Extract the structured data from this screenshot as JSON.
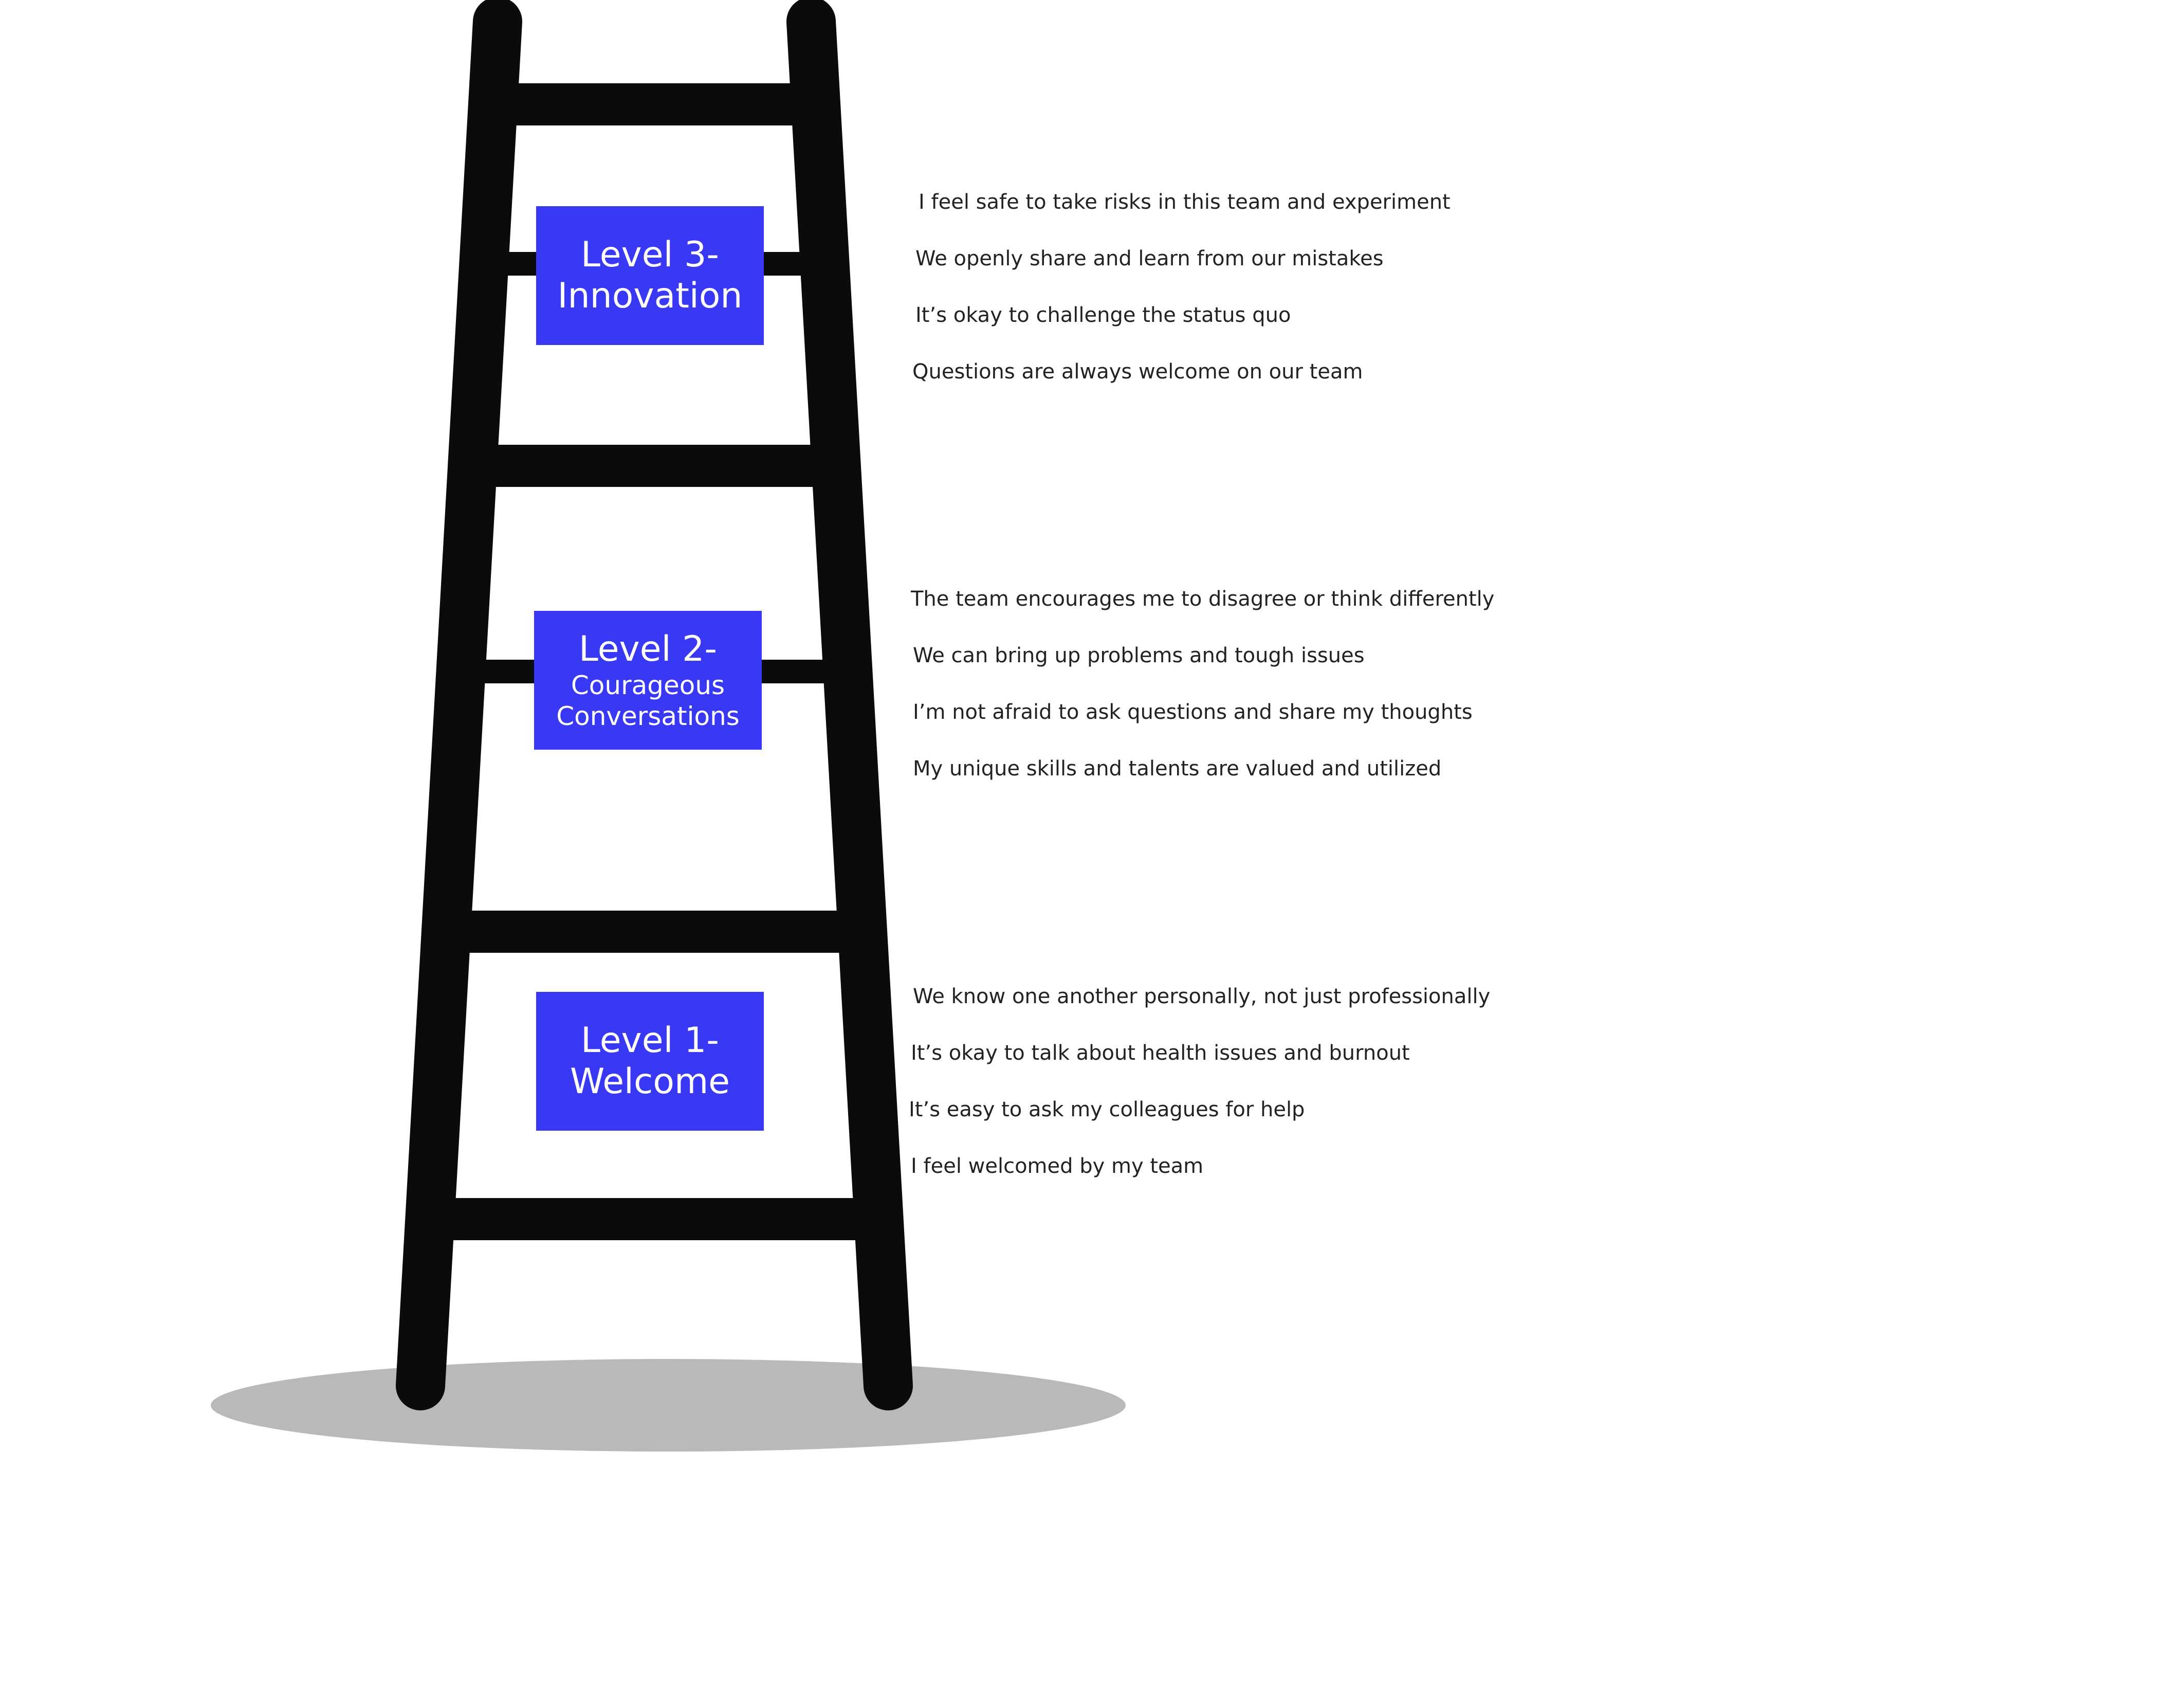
{
  "colors": {
    "ladder": "#0a0b0d",
    "box": "#3838f5",
    "box_text": "#ffffff",
    "shadow": "#b9b9b9",
    "statement_text": "#222222"
  },
  "levels": [
    {
      "title": "Level 3-",
      "subtitle": "Innovation",
      "statements": [
        "I feel safe to take risks in this team and experiment",
        "We openly share and learn from our mistakes",
        "It’s okay to challenge the status quo",
        "Questions are always welcome on our team"
      ]
    },
    {
      "title": "Level 2-",
      "subtitle": "Courageous",
      "subtitle2": "Conversations",
      "statements": [
        "The team encourages me to disagree or think differently",
        "We can bring up problems and tough issues",
        "I’m not afraid to ask questions and share my thoughts",
        "My unique skills and talents are valued and utilized"
      ]
    },
    {
      "title": "Level 1-",
      "subtitle": "Welcome",
      "statements": [
        "We know one another personally, not just professionally",
        "It’s okay to talk about health issues and burnout",
        "It’s easy to ask my colleagues for help",
        "I feel welcomed by my team"
      ]
    }
  ]
}
